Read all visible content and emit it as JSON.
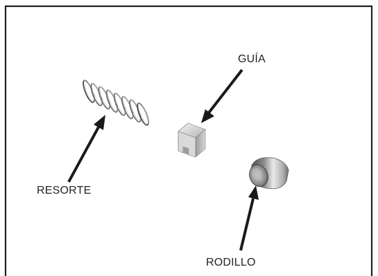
{
  "labels": {
    "guia": "GUÍA",
    "resorte": "RESORTE",
    "rodillo": "RODILLO"
  },
  "colors": {
    "frame": "#231f20",
    "arrow": "#1a1a1a",
    "metal_dark": "#6e6e6e",
    "metal_light": "#e4e4e4"
  },
  "parts": [
    {
      "name": "spring",
      "label_ref": "resorte"
    },
    {
      "name": "guide",
      "label_ref": "guia"
    },
    {
      "name": "roller",
      "label_ref": "rodillo"
    }
  ]
}
